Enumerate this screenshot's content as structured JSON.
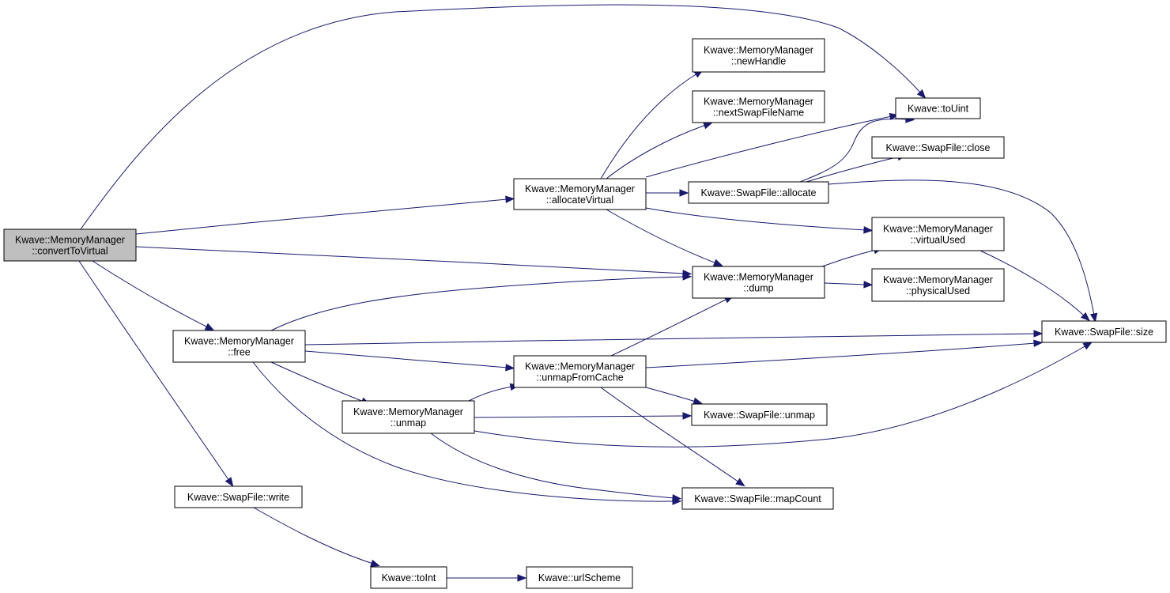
{
  "colors": {
    "edge": "#191970",
    "root_fill": "#bfbfbf",
    "node_fill": "#ffffff",
    "node_border": "#000000"
  },
  "nodes": [
    {
      "id": "convertToVirtual",
      "lines": [
        "Kwave::MemoryManager",
        "::convertToVirtual"
      ],
      "root": true
    },
    {
      "id": "allocateVirtual",
      "lines": [
        "Kwave::MemoryManager",
        "::allocateVirtual"
      ]
    },
    {
      "id": "dump",
      "lines": [
        "Kwave::MemoryManager",
        "::dump"
      ]
    },
    {
      "id": "free",
      "lines": [
        "Kwave::MemoryManager",
        "::free"
      ]
    },
    {
      "id": "write",
      "lines": [
        "Kwave::SwapFile::write"
      ]
    },
    {
      "id": "toUint",
      "lines": [
        "Kwave::toUint"
      ]
    },
    {
      "id": "newHandle",
      "lines": [
        "Kwave::MemoryManager",
        "::newHandle"
      ]
    },
    {
      "id": "nextSwapFileName",
      "lines": [
        "Kwave::MemoryManager",
        "::nextSwapFileName"
      ]
    },
    {
      "id": "sfAllocate",
      "lines": [
        "Kwave::SwapFile::allocate"
      ]
    },
    {
      "id": "virtualUsed",
      "lines": [
        "Kwave::MemoryManager",
        "::virtualUsed"
      ]
    },
    {
      "id": "sfClose",
      "lines": [
        "Kwave::SwapFile::close"
      ]
    },
    {
      "id": "sfSize",
      "lines": [
        "Kwave::SwapFile::size"
      ]
    },
    {
      "id": "physicalUsed",
      "lines": [
        "Kwave::MemoryManager",
        "::physicalUsed"
      ]
    },
    {
      "id": "unmapFromCache",
      "lines": [
        "Kwave::MemoryManager",
        "::unmapFromCache"
      ]
    },
    {
      "id": "mmUnmap",
      "lines": [
        "Kwave::MemoryManager",
        "::unmap"
      ]
    },
    {
      "id": "sfMapCount",
      "lines": [
        "Kwave::SwapFile::mapCount"
      ]
    },
    {
      "id": "sfUnmap",
      "lines": [
        "Kwave::SwapFile::unmap"
      ]
    },
    {
      "id": "toInt",
      "lines": [
        "Kwave::toInt"
      ]
    },
    {
      "id": "urlScheme",
      "lines": [
        "Kwave::urlScheme"
      ]
    }
  ],
  "edges": [
    {
      "from": "convertToVirtual",
      "to": "toUint"
    },
    {
      "from": "convertToVirtual",
      "to": "allocateVirtual"
    },
    {
      "from": "convertToVirtual",
      "to": "dump"
    },
    {
      "from": "convertToVirtual",
      "to": "free"
    },
    {
      "from": "convertToVirtual",
      "to": "write"
    },
    {
      "from": "allocateVirtual",
      "to": "newHandle"
    },
    {
      "from": "allocateVirtual",
      "to": "nextSwapFileName"
    },
    {
      "from": "allocateVirtual",
      "to": "toUint"
    },
    {
      "from": "allocateVirtual",
      "to": "sfAllocate"
    },
    {
      "from": "allocateVirtual",
      "to": "virtualUsed"
    },
    {
      "from": "allocateVirtual",
      "to": "dump"
    },
    {
      "from": "sfAllocate",
      "to": "toUint"
    },
    {
      "from": "sfAllocate",
      "to": "sfClose"
    },
    {
      "from": "sfAllocate",
      "to": "sfSize"
    },
    {
      "from": "dump",
      "to": "virtualUsed"
    },
    {
      "from": "dump",
      "to": "physicalUsed"
    },
    {
      "from": "virtualUsed",
      "to": "sfSize"
    },
    {
      "from": "free",
      "to": "dump"
    },
    {
      "from": "free",
      "to": "sfSize"
    },
    {
      "from": "free",
      "to": "unmapFromCache"
    },
    {
      "from": "free",
      "to": "mmUnmap"
    },
    {
      "from": "free",
      "to": "sfMapCount"
    },
    {
      "from": "unmapFromCache",
      "to": "dump"
    },
    {
      "from": "unmapFromCache",
      "to": "sfSize"
    },
    {
      "from": "unmapFromCache",
      "to": "sfUnmap"
    },
    {
      "from": "unmapFromCache",
      "to": "sfMapCount"
    },
    {
      "from": "mmUnmap",
      "to": "unmapFromCache"
    },
    {
      "from": "mmUnmap",
      "to": "sfUnmap"
    },
    {
      "from": "mmUnmap",
      "to": "sfSize"
    },
    {
      "from": "mmUnmap",
      "to": "sfMapCount"
    },
    {
      "from": "write",
      "to": "toInt"
    },
    {
      "from": "toInt",
      "to": "urlScheme"
    }
  ]
}
